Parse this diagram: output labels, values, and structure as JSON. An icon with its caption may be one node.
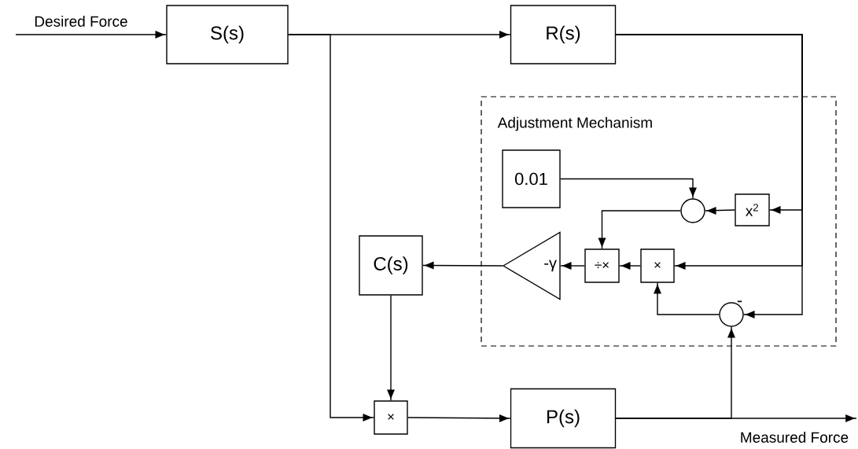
{
  "diagram": {
    "nodes": [
      {
        "text": [
          "S(s)"
        ]
      },
      {
        "text": [
          "R(s)"
        ]
      },
      {
        "text": [
          "Adjustment Mechanism"
        ]
      },
      {
        "text": [
          "0.01"
        ],
        "in": 2
      },
      {
        "text": [],
        "shape": "circle",
        "in": 2
      },
      {
        "text": [
          "x$^{2}$"
        ],
        "in": 2
      },
      {
        "text": [
          "÷×"
        ],
        "in": 2
      },
      {
        "text": [
          "×"
        ],
        "in": 2
      },
      {
        "text": [
          "-γ"
        ],
        "in": 2
      },
      {
        "text": [],
        "shape": "circle",
        "in": 2,
        "beside": [
          "-"
        ]
      },
      {
        "text": [
          "C(s)"
        ]
      },
      {
        "text": [
          "×"
        ]
      },
      {
        "text": [
          "P(s)"
        ]
      }
    ],
    "edges": [
      {
        "from": null,
        "to": 0,
        "arrow": "to",
        "label": "Desired Force"
      },
      {
        "from": 0,
        "to": 1,
        "arrow": "to"
      },
      {
        "from": 0,
        "to": 11,
        "arrow": "to"
      },
      {
        "from": 1,
        "to": 5,
        "arrow": "to"
      },
      {
        "from": 1,
        "to": 7,
        "arrow": "to"
      },
      {
        "from": 1,
        "to": 9,
        "arrow": "to"
      },
      {
        "from": 3,
        "to": 4,
        "arrow": "to"
      },
      {
        "from": 5,
        "to": 4,
        "arrow": "to"
      },
      {
        "from": 4,
        "to": 6,
        "arrow": "to"
      },
      {
        "from": 7,
        "to": 6,
        "arrow": "to"
      },
      {
        "from": 9,
        "to": 7,
        "arrow": "to"
      },
      {
        "from": 6,
        "to": 8,
        "arrow": "to"
      },
      {
        "from": 8,
        "to": 10,
        "arrow": "to"
      },
      {
        "from": 10,
        "to": 11,
        "arrow": "to"
      },
      {
        "from": 11,
        "to": 12,
        "arrow": "to"
      },
      {
        "from": 12,
        "to": null,
        "arrow": "to",
        "label": "Measured Force"
      },
      {
        "from": 12,
        "to": 9,
        "arrow": "to"
      }
    ]
  }
}
